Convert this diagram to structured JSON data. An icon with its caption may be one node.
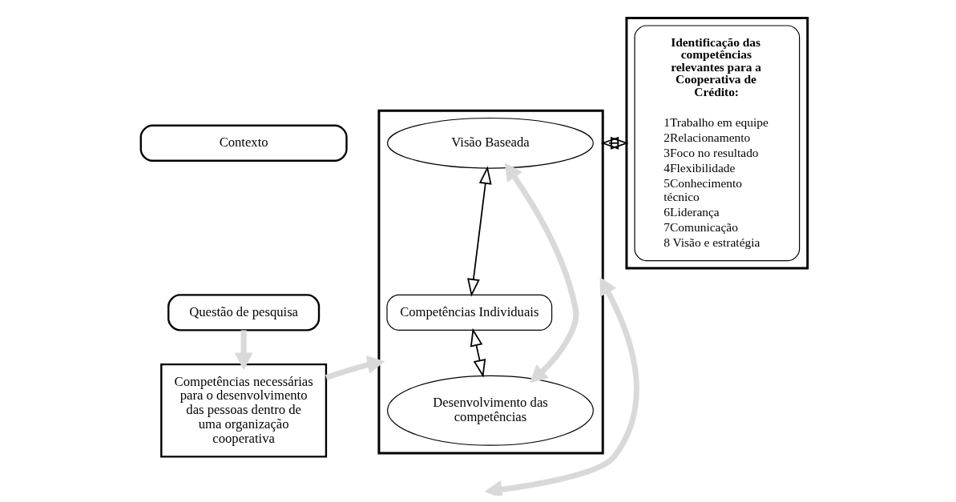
{
  "diagram": {
    "nodes": [
      {
        "text": [
          "Contexto"
        ]
      },
      {
        "text": [
          "Questão de pesquisa"
        ]
      },
      {
        "text": [
          "Competências necessárias para o desenvolvimento das pessoas dentro de uma organização cooperativa"
        ]
      },
      {
        "text": [],
        "shape": "box"
      },
      {
        "text": [
          "Visão Baseada"
        ],
        "in": 3
      },
      {
        "text": [
          "Competências Individuais"
        ],
        "in": 3
      },
      {
        "text": [
          "Desenvolvimento das competências"
        ],
        "in": 3
      },
      {
        "text": [],
        "shape": "box"
      },
      {
        "text": [
          "Identificação das competências relevantes para a Cooperativa de Crédito:",
          "1Trabalho em equipe",
          "2Relacionamento",
          "3Foco no resultado",
          "4Flexibilidade",
          "5Conhecimento técnico",
          "6Liderança",
          "7Comunicação",
          "8 Visão e estratégia"
        ],
        "in": 7
      }
    ],
    "edges": [
      {
        "from": 1,
        "to": 2,
        "arrow": "to",
        "color": "#d9d9d9"
      },
      {
        "from": 2,
        "to": 3,
        "arrow": "to",
        "color": "#d9d9d9"
      },
      {
        "from": 4,
        "to": 5,
        "arrow": "both",
        "color": "#000000"
      },
      {
        "from": 5,
        "to": 6,
        "arrow": "both",
        "color": "#000000"
      },
      {
        "from": 4,
        "to": 6,
        "arrow": "both",
        "color": "#d9d9d9"
      },
      {
        "from": 3,
        "to": 7,
        "arrow": "both",
        "color": "#000000"
      },
      {
        "from": 3,
        "to": null,
        "arrow": "both",
        "color": "#d9d9d9"
      }
    ]
  }
}
